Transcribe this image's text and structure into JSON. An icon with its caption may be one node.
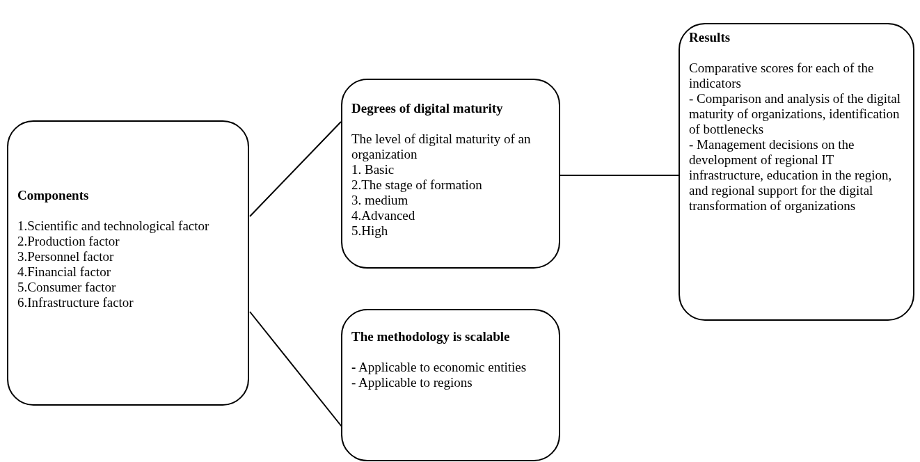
{
  "diagram": {
    "nodes": [
      {
        "text": [
          "Components",
          "1.Scientific and technological factor",
          "2.Production factor",
          "3.Personnel factor",
          "4.Financial factor",
          "5.Consumer factor",
          "6.Infrastructure factor"
        ]
      },
      {
        "text": [
          "Degrees of digital maturity",
          "The level of digital maturity of an organization",
          "1. Basic",
          "2.The stage of formation",
          "3. medium",
          "4.Advanced",
          "5.High"
        ]
      },
      {
        "text": [
          "The methodology is scalable",
          "**-** Applicable to economic entities",
          "- Applicable to regions"
        ]
      },
      {
        "text": [
          "Results",
          "Comparative scores for each of the indicators",
          "- Comparison and analysis of the digital maturity of organizations, identification of bottlenecks",
          "- Management decisions on the development of regional IT infrastructure, education in the region, and regional support for the digital transformation of organizations"
        ]
      }
    ],
    "edges": [
      {
        "from": 0,
        "to": 1,
        "arrow": "none"
      },
      {
        "from": 0,
        "to": 2,
        "arrow": "none"
      },
      {
        "from": 1,
        "to": 3,
        "arrow": "none"
      }
    ]
  }
}
